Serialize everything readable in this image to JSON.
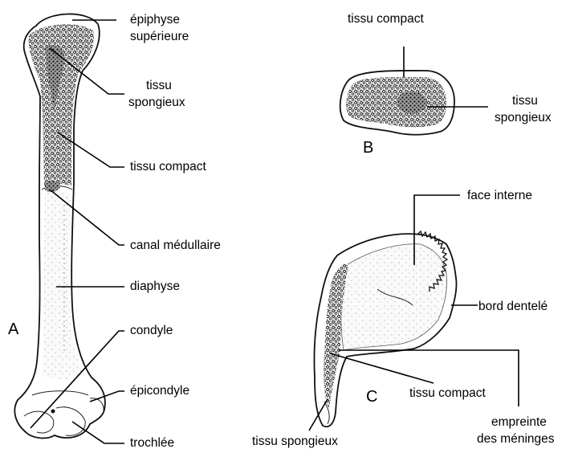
{
  "figure_a": {
    "letter": "A",
    "labels": {
      "epiphyse_1": "épiphyse",
      "epiphyse_2": "supérieure",
      "spongieux_1": "tissu",
      "spongieux_2": "spongieux",
      "compact": "tissu compact",
      "canal": "canal médullaire",
      "diaphyse": "diaphyse",
      "condyle": "condyle",
      "epicondyle": "épicondyle",
      "trochlee": "trochlée"
    }
  },
  "figure_b": {
    "letter": "B",
    "labels": {
      "compact": "tissu compact",
      "spongieux_1": "tissu",
      "spongieux_2": "spongieux"
    }
  },
  "figure_c": {
    "letter": "C",
    "labels": {
      "face_interne": "face interne",
      "bord_dentele": "bord dentelé",
      "compact": "tissu compact",
      "empreinte_1": "empreinte",
      "empreinte_2": "des méninges",
      "spongieux": "tissu spongieux"
    }
  },
  "colors": {
    "ink": "#000000",
    "background": "#ffffff"
  }
}
